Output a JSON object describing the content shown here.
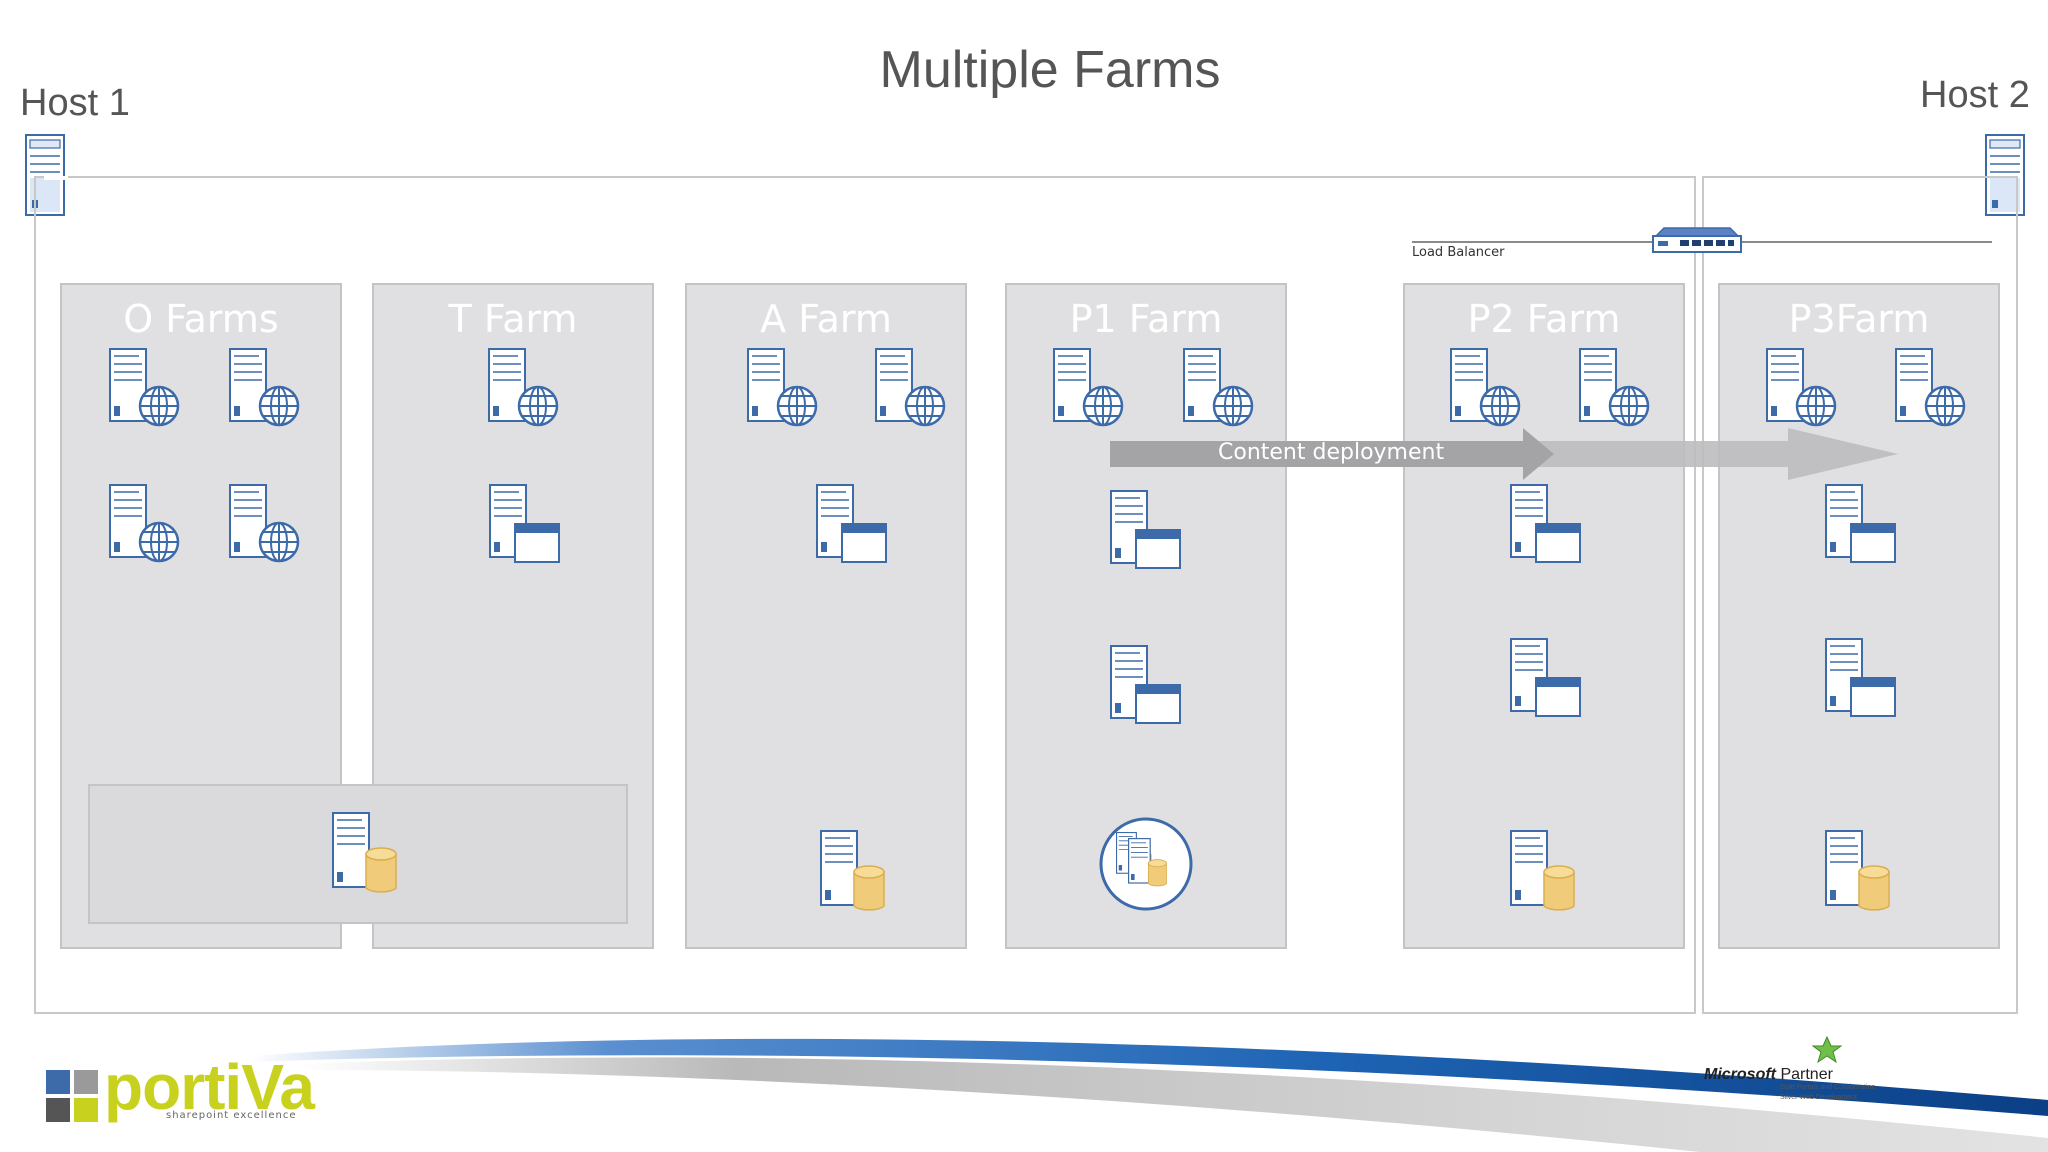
{
  "title": "Multiple Farms",
  "hosts": [
    {
      "label": "Host 1"
    },
    {
      "label": "Host 2"
    }
  ],
  "load_balancer": {
    "label": "Load Balancer"
  },
  "content_deployment": {
    "label": "Content deployment"
  },
  "farms": [
    {
      "name": "O Farms"
    },
    {
      "name": "T Farm"
    },
    {
      "name": "A Farm"
    },
    {
      "name": "P1 Farm"
    },
    {
      "name": "P2 Farm"
    },
    {
      "name": "P3Farm"
    }
  ],
  "footer": {
    "logo_text": "portiVa",
    "logo_tagline": "sharepoint excellence",
    "partner_brand": "Microsoft",
    "partner_word": "Partner",
    "partner_line1": "Gold Portals and Collaboration",
    "partner_line2": "Silver Web Development"
  },
  "colors": {
    "server_stroke": "#3d6aa8",
    "server_fill": "#ffffff",
    "db_fill": "#f0cc7a",
    "farm_bg": "#e0e0e2",
    "arrow": "#a9a9ab",
    "swoosh_blue": "#1e64b4"
  }
}
